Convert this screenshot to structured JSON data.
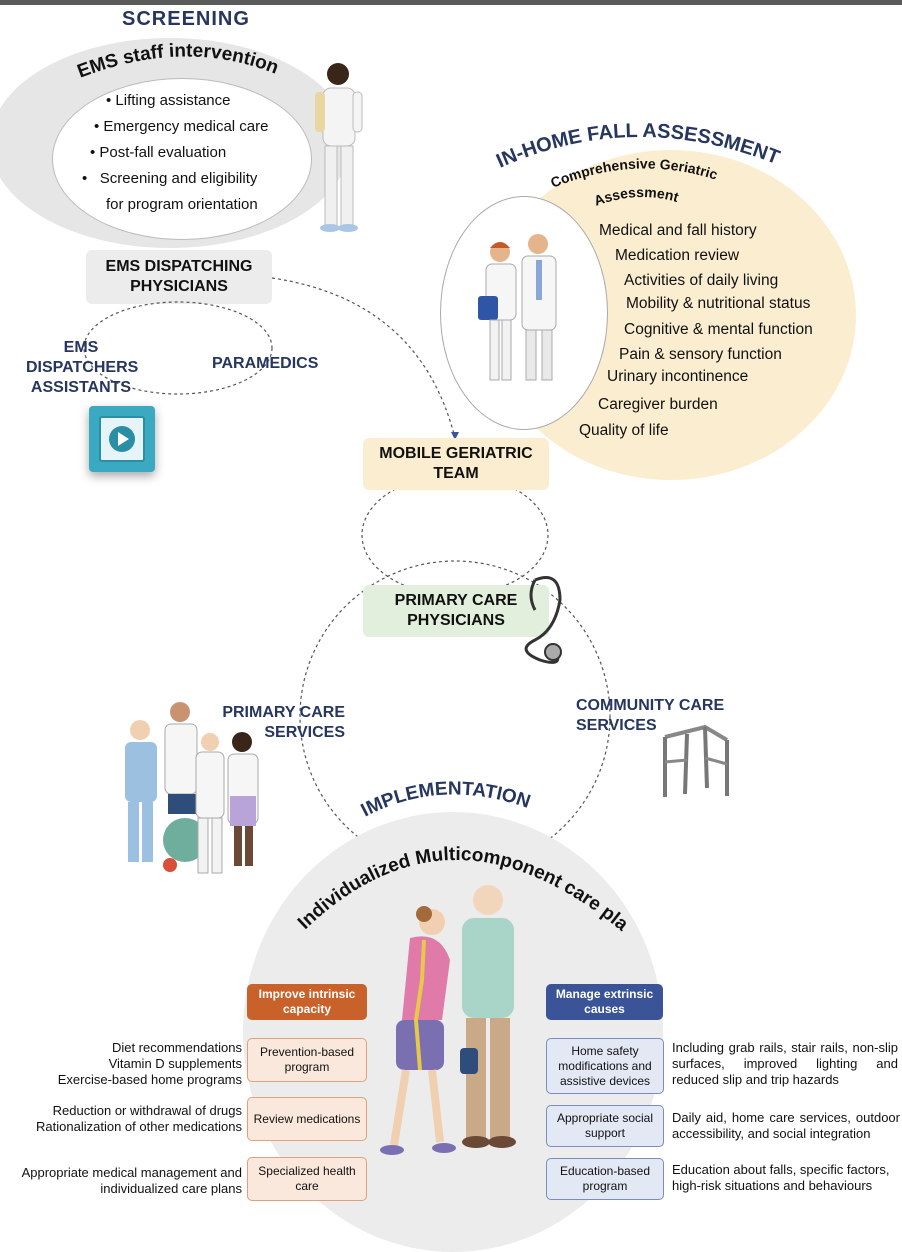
{
  "screening": {
    "title": "SCREENING",
    "ems_title": "EMS staff intervention",
    "bullets": [
      "Lifting assistance",
      "Emergency medical care",
      "Post-fall evaluation",
      "Screening and eligibility",
      "for program orientation"
    ],
    "dispatching_physicians": "EMS DISPATCHING PHYSICIANS",
    "dispatchers": "EMS DISPATCHERS ASSISTANTS",
    "paramedics": "PARAMEDICS"
  },
  "assessment": {
    "title": "IN-HOME FALL ASSESSMENT",
    "subtitle": "Comprehensive Geriatric Assessment",
    "items": [
      "Medical and fall history",
      "Medication review",
      "Activities of daily living",
      "Mobility & nutritional status",
      "Cognitive & mental function",
      "Pain & sensory function",
      "Urinary incontinence",
      "Caregiver burden",
      "Quality of life"
    ]
  },
  "center": {
    "mobile_team": "MOBILE GERIATRIC TEAM",
    "primary_physicians": "PRIMARY CARE PHYSICIANS",
    "primary_services": "PRIMARY CARE SERVICES",
    "community_services": "COMMUNITY CARE SERVICES"
  },
  "implementation": {
    "title": "IMPLEMENTATION",
    "plan_title": "Individualized Multicomponent care plan",
    "intrinsic_header": "Improve intrinsic capacity",
    "extrinsic_header": "Manage extrinsic causes",
    "left_boxes": [
      "Prevention-based program",
      "Review medications",
      "Specialized health care"
    ],
    "left_texts": [
      [
        "Diet recommendations",
        "Vitamin D supplements",
        "Exercise-based home programs"
      ],
      [
        "Reduction or withdrawal of drugs",
        "Rationalization of other medications"
      ],
      [
        "Appropriate medical management and",
        "individualized care plans"
      ]
    ],
    "right_boxes": [
      "Home safety modifications and assistive devices",
      "Appropriate social support",
      "Education-based program"
    ],
    "right_texts": [
      "Including grab rails, stair rails, non-slip surfaces, improved lighting and reduced slip and trip hazards",
      "Daily aid, home care services, outdoor accessibility, and social integration",
      "Education about falls, specific factors, high-risk situations and behaviours"
    ]
  },
  "colors": {
    "navy": "#26365f",
    "orange": "#c8622a",
    "blue": "#3b5498",
    "beige": "#fbeed0",
    "peach": "#fbe8dc",
    "lightblue": "#e3e8f5",
    "green": "#e2efdc",
    "grey": "#ececec"
  }
}
